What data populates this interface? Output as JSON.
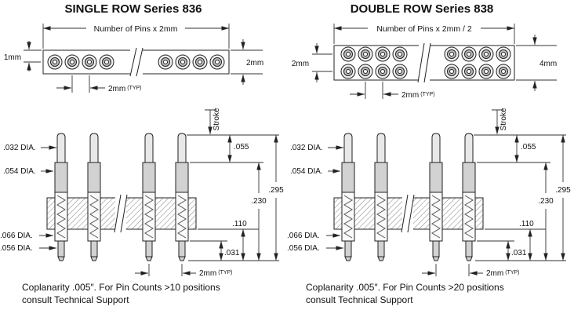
{
  "colors": {
    "title": "#1b3c8c",
    "line": "#222222",
    "metal": "#d2d2d2"
  },
  "single": {
    "title": "SINGLE ROW Series 836",
    "top_view": {
      "length_dim": "Number of Pins x 2mm",
      "edge_dim": "1mm",
      "height_dim": "2mm",
      "pitch_dim": "2mm",
      "pitch_typ": "(TYP)"
    },
    "note": {
      "line1": "Coplanarity .005″. For Pin Counts >10 positions",
      "line2": "consult Technical Support"
    }
  },
  "double": {
    "title": "DOUBLE ROW Series 838",
    "top_view": {
      "length_dim": "Number of Pins x 2mm / 2",
      "row_pitch_dim": "2mm",
      "height_dim": "4mm",
      "pitch_dim": "2mm",
      "pitch_typ": "(TYP)"
    },
    "note": {
      "line1": "Coplanarity .005″. For Pin Counts >20 positions",
      "line2": "consult Technical Support"
    }
  },
  "section": {
    "stroke_label": "Stroke",
    "dia_plunger": ".032 DIA.",
    "dia_barrel": ".054 DIA.",
    "dia_press_fit": ".066 DIA.",
    "dia_tail": ".056 DIA.",
    "dim_exposed": ".055",
    "dim_overall": ".295",
    "dim_body": ".230",
    "dim_lower": ".110",
    "dim_tail": ".031",
    "pitch_dim": "2mm",
    "pitch_typ": "(TYP)"
  }
}
